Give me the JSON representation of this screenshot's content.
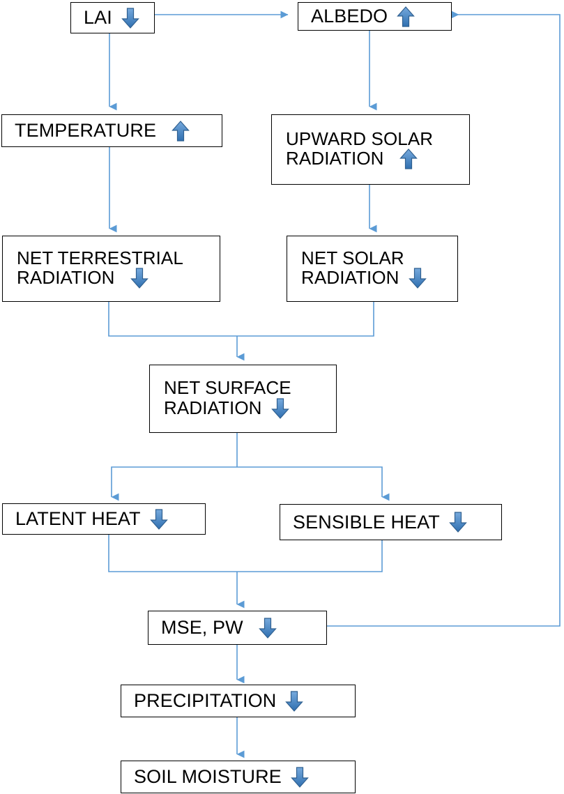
{
  "diagram": {
    "title": "Land-atmosphere feedback flowchart",
    "colors": {
      "connector": "#5b9bd5",
      "box_border": "#000000",
      "box_fill": "#ffffff",
      "text": "#000000",
      "arrow_icon_fill_light": "#6ea8dc",
      "arrow_icon_fill_dark": "#3f7fbf",
      "arrow_icon_stroke": "#2f5f8f"
    },
    "nodes": [
      {
        "id": "lai",
        "label": "LAI",
        "trend": "down",
        "lines": [
          "LAI"
        ]
      },
      {
        "id": "albedo",
        "label": "ALBEDO",
        "trend": "up",
        "lines": [
          "ALBEDO"
        ]
      },
      {
        "id": "temperature",
        "label": "TEMPERATURE",
        "trend": "up",
        "lines": [
          "TEMPERATURE"
        ]
      },
      {
        "id": "upward_solar_radiation",
        "label": "UPWARD SOLAR RADIATION",
        "trend": "up",
        "lines": [
          "UPWARD SOLAR",
          "RADIATION"
        ]
      },
      {
        "id": "net_terrestrial_radiation",
        "label": "NET TERRESTRIAL RADIATION",
        "trend": "down",
        "lines": [
          "NET TERRESTRIAL",
          "RADIATION"
        ]
      },
      {
        "id": "net_solar_radiation",
        "label": "NET SOLAR RADIATION",
        "trend": "down",
        "lines": [
          "NET SOLAR",
          "RADIATION"
        ]
      },
      {
        "id": "net_surface_radiation",
        "label": "NET SURFACE RADIATION",
        "trend": "down",
        "lines": [
          "NET SURFACE",
          "RADIATION"
        ]
      },
      {
        "id": "latent_heat",
        "label": "LATENT HEAT",
        "trend": "down",
        "lines": [
          "LATENT HEAT"
        ]
      },
      {
        "id": "sensible_heat",
        "label": "SENSIBLE HEAT",
        "trend": "down",
        "lines": [
          "SENSIBLE HEAT"
        ]
      },
      {
        "id": "mse_pw",
        "label": "MSE, PW",
        "trend": "down",
        "lines": [
          "MSE, PW"
        ]
      },
      {
        "id": "precipitation",
        "label": "PRECIPITATION",
        "trend": "down",
        "lines": [
          "PRECIPITATION"
        ]
      },
      {
        "id": "soil_moisture",
        "label": "SOIL MOISTURE",
        "trend": "down",
        "lines": [
          "SOIL MOISTURE"
        ]
      }
    ],
    "edges": [
      {
        "from": "lai",
        "to": "albedo"
      },
      {
        "from": "lai",
        "to": "temperature"
      },
      {
        "from": "albedo",
        "to": "upward_solar_radiation"
      },
      {
        "from": "temperature",
        "to": "net_terrestrial_radiation"
      },
      {
        "from": "upward_solar_radiation",
        "to": "net_solar_radiation"
      },
      {
        "from": "net_terrestrial_radiation",
        "to": "net_surface_radiation"
      },
      {
        "from": "net_solar_radiation",
        "to": "net_surface_radiation"
      },
      {
        "from": "net_surface_radiation",
        "to": "latent_heat"
      },
      {
        "from": "net_surface_radiation",
        "to": "sensible_heat"
      },
      {
        "from": "latent_heat",
        "to": "mse_pw"
      },
      {
        "from": "sensible_heat",
        "to": "mse_pw"
      },
      {
        "from": "mse_pw",
        "to": "precipitation"
      },
      {
        "from": "precipitation",
        "to": "soil_moisture"
      },
      {
        "from": "mse_pw",
        "to": "albedo"
      }
    ],
    "icon_names": {
      "down": "down-block-arrow-icon",
      "up": "up-block-arrow-icon"
    }
  }
}
